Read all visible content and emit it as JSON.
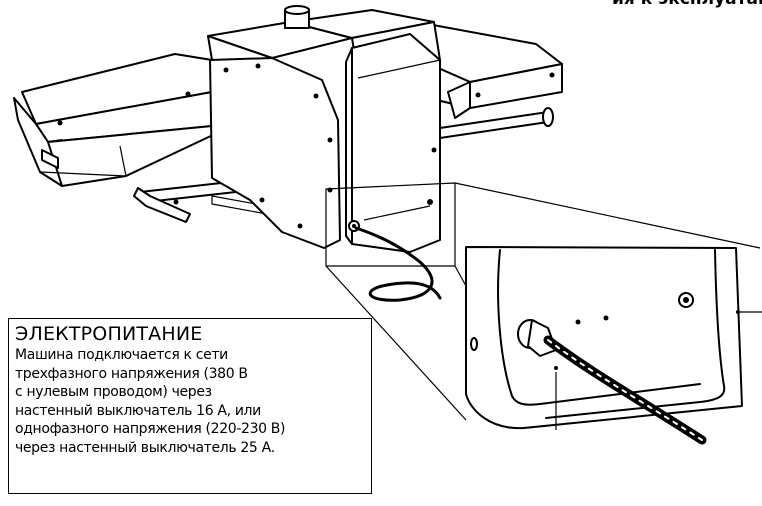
{
  "header_fragment": "ия к эксплуатаци",
  "callout": {
    "title": "ЭЛЕКТРОПИТАНИЕ",
    "lines": [
      "Машина подключается к сети",
      "трехфазного напряжения (380 В",
      "с нулевым проводом) через",
      "настенный выключатель 16 А, или",
      "однофазного напряжения (220-230 В)",
      "через настенный выключатель 25 А."
    ]
  }
}
